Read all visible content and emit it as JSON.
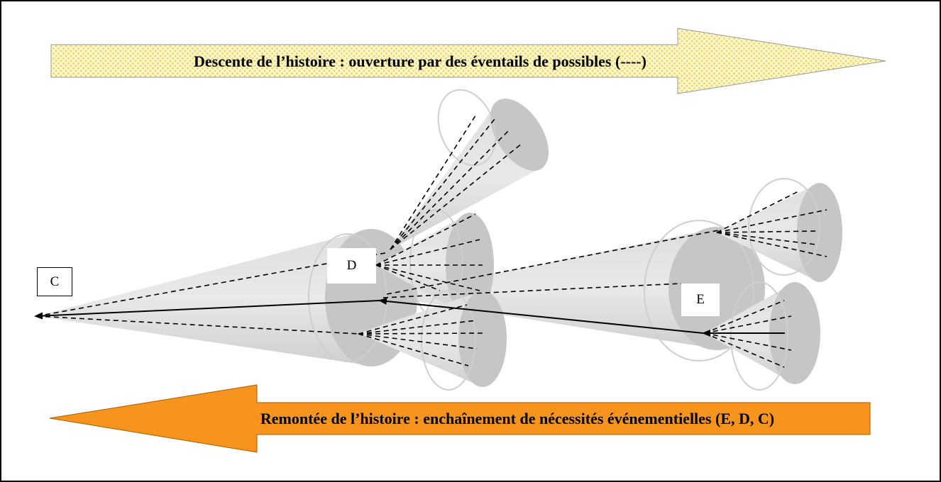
{
  "top_arrow": {
    "text": "Descente de l’histoire : ouverture par des éventails de possibles (----)"
  },
  "bottom_arrow": {
    "text": "Remontée de l’histoire : enchaînement de nécessités événementielles (E, D, C)"
  },
  "nodes": {
    "c": "C",
    "d": "D",
    "e": "E"
  },
  "colors": {
    "top_arrow_fill": "#fdf6c8",
    "top_arrow_dots": "#e8d46a",
    "bottom_arrow_fill": "#f7941d",
    "cone_fill": "#d3d3d3",
    "cone_base": "#c6c6c6"
  }
}
